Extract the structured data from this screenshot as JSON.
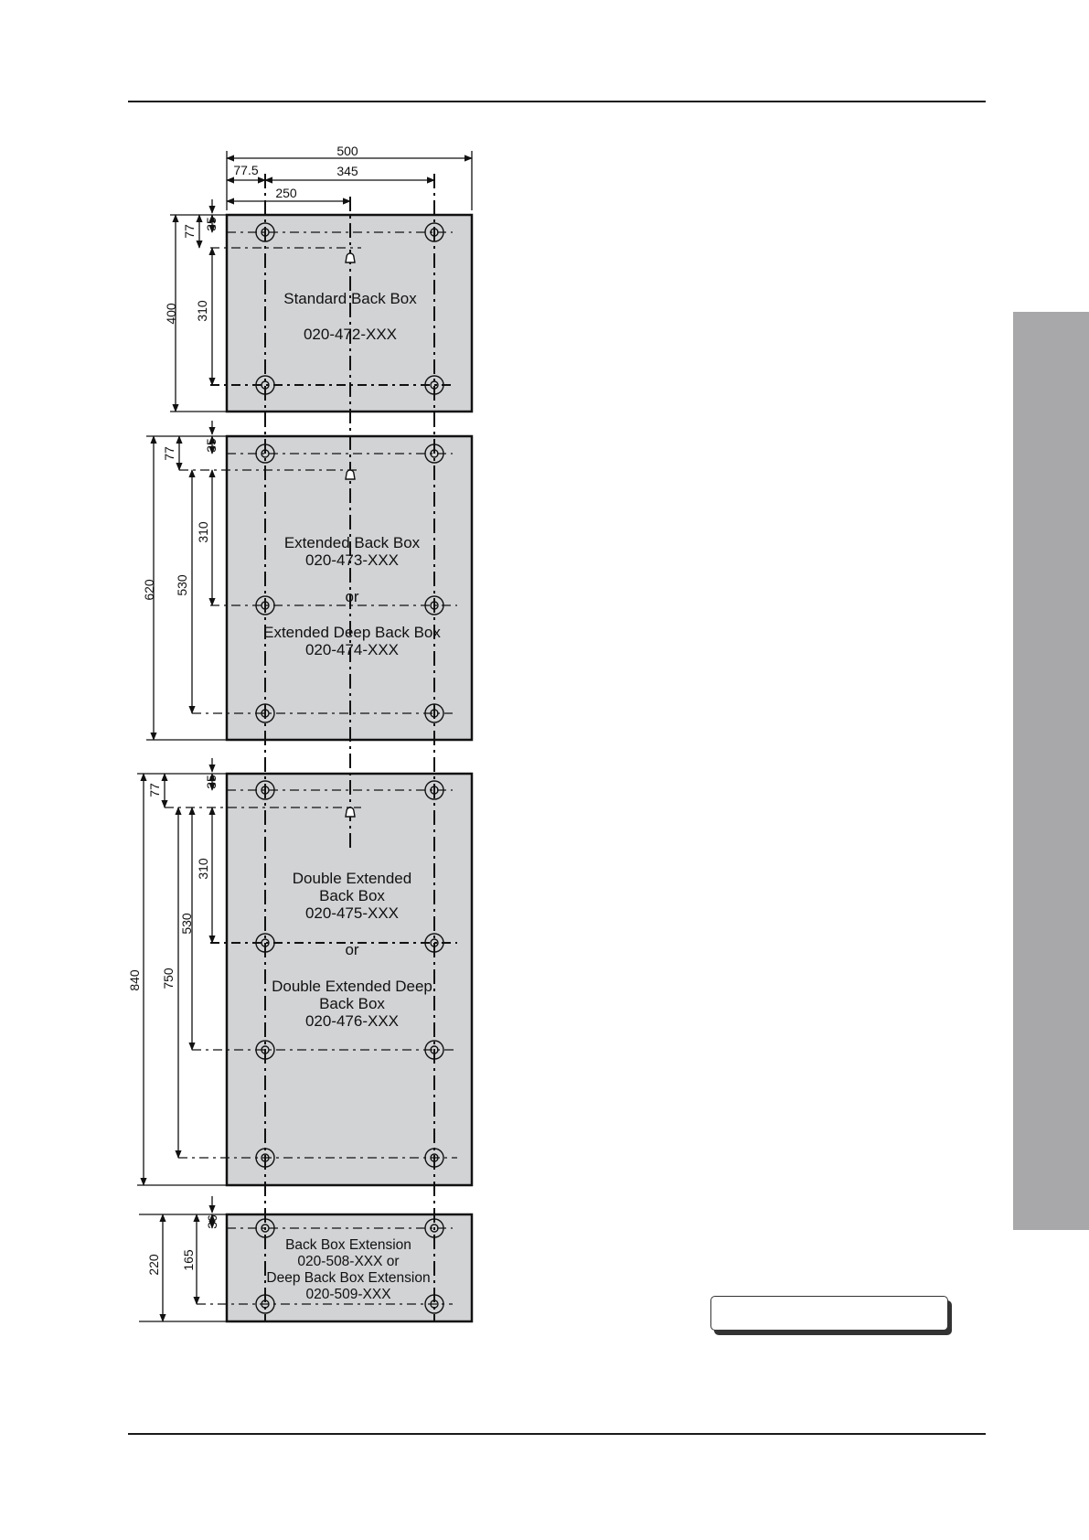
{
  "top_dimensions": {
    "overall_width": "500",
    "left_offset": "77.5",
    "hole_span": "345",
    "center_offset": "250"
  },
  "boxes": [
    {
      "id": "standard",
      "lines": [
        "Standard Back Box",
        "020-472-XXX"
      ],
      "dims": {
        "top_hole": "35",
        "keyhole": "77",
        "hole_spacing": "310",
        "height": "400"
      }
    },
    {
      "id": "extended",
      "lines": [
        "Extended Back Box",
        "020-473-XXX",
        "or",
        "Extended Deep Back Box",
        "020-474-XXX"
      ],
      "dims": {
        "top_hole": "35",
        "keyhole": "77",
        "hole_spacing": "310",
        "lower_spacing": "530",
        "height": "620"
      }
    },
    {
      "id": "double-extended",
      "lines": [
        "Double Extended",
        "Back Box",
        "020-475-XXX",
        "or",
        "Double Extended Deep",
        "Back Box",
        "020-476-XXX"
      ],
      "dims": {
        "top_hole": "35",
        "keyhole": "77",
        "hole_spacing": "310",
        "mid_spacing": "530",
        "lower_spacing": "750",
        "height": "840"
      }
    },
    {
      "id": "extension",
      "lines": [
        "Back Box Extension",
        "020-508-XXX or",
        "Deep Back Box Extension",
        "020-509-XXX"
      ],
      "dims": {
        "top_hole": "36",
        "hole_spacing": "165",
        "height": "220"
      }
    }
  ],
  "colors": {
    "box_fill": "#d2d3d5",
    "ink": "#111111",
    "side_tab": "#a8a8aa"
  }
}
